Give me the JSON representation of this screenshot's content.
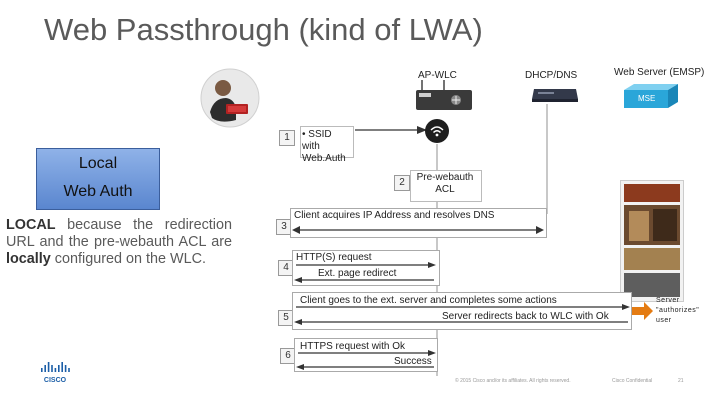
{
  "title": "Web Passthrough (kind of LWA)",
  "nodes": {
    "ap_wlc": "AP-WLC",
    "dhcp_dns": "DHCP/DNS",
    "web_server": "Web Server (EMSP)",
    "mse": "MSE"
  },
  "local_box": {
    "line1": "Local",
    "line2": "Web Auth"
  },
  "explanation": {
    "w1": "LOCAL",
    "t1": " because the redirection URL and the pre-webauth ACL are ",
    "w2": "locally",
    "t2": " configured on the WLC."
  },
  "steps": [
    {
      "num": "1",
      "text": "• SSID with Web.Auth"
    },
    {
      "num": "2",
      "text": "Pre-webauth ACL"
    },
    {
      "num": "3",
      "text": "Client acquires IP Address and resolves DNS"
    },
    {
      "num": "4",
      "line1": "HTTP(S) request",
      "line2": "Ext. page redirect"
    },
    {
      "num": "5",
      "line1": "Client goes to the ext. server and completes some actions",
      "line2": "Server redirects back to WLC with Ok"
    },
    {
      "num": "6",
      "line1": "HTTPS request with Ok",
      "line2": "Success"
    }
  ],
  "server_note": "Server \"authorizes\" user",
  "footer": {
    "copyright": "© 2015 Cisco and/or its affiliates. All rights reserved.",
    "confidential": "Cisco Confidential",
    "page": "21"
  },
  "colors": {
    "title": "#5a5a5a",
    "local_box": "#6f97dc",
    "arrow": "#333333",
    "server_arrow": "#e47b12",
    "cisco_logo": "#1b5ea7",
    "mse_cube": "#2aa6d9"
  }
}
